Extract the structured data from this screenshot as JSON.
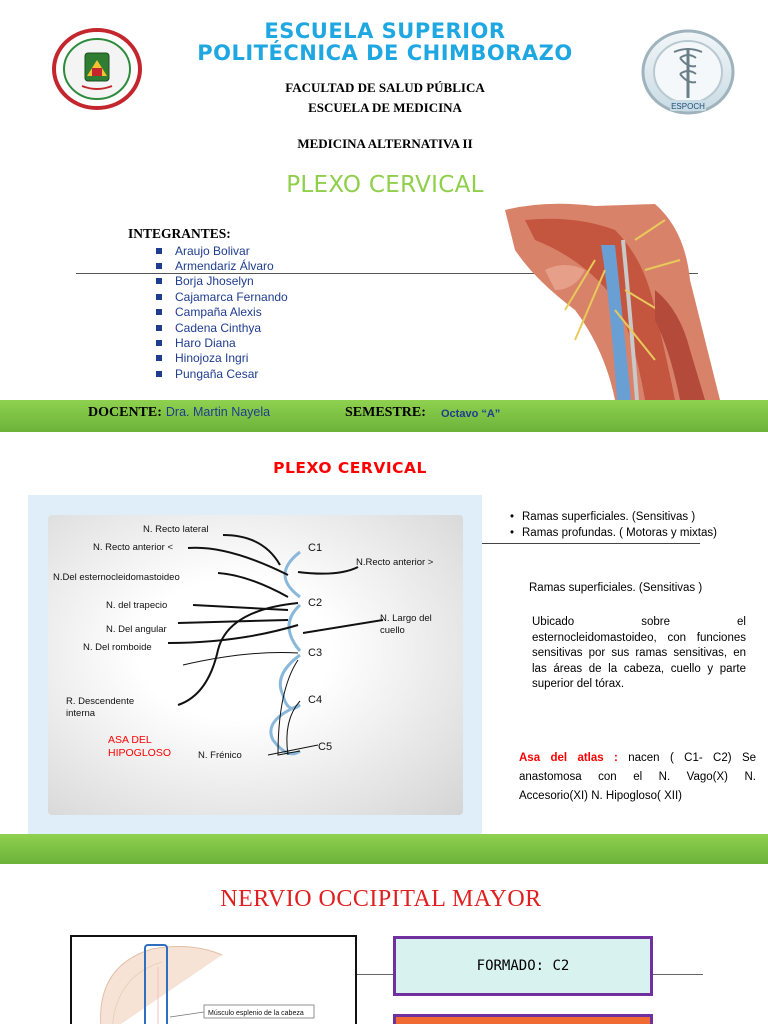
{
  "slide1": {
    "school_lines": [
      "ESCUELA SUPERIOR",
      "POLITÉCNICA DE CHIMBORAZO"
    ],
    "faculty": "FACULTAD DE SALUD PÚBLICA",
    "school_of": "ESCUELA DE MEDICINA",
    "course": "MEDICINA ALTERNATIVA II",
    "title": "PLEXO CERVICAL",
    "integrantes_label": "INTEGRANTES:",
    "members": [
      "Araujo Bolivar",
      "Armendariz Álvaro",
      "Borja Jhoselyn",
      "Cajamarca Fernando",
      "Campaña Alexis",
      "Cadena Cinthya",
      "Haro Diana",
      "Hinojoza Ingri",
      "Pungaña Cesar"
    ],
    "docente_label": "DOCENTE:",
    "docente_value": "Dra. Martin Nayela",
    "semestre_label": "SEMESTRE:",
    "semestre_value": "Octavo “A”",
    "logo_right_text": "ESPOCH",
    "colors": {
      "title_blue": "#1ea7e1",
      "title_green": "#8fcf4a",
      "band_green": "#7cc243",
      "member_blue": "#1f3d8f"
    }
  },
  "slide2": {
    "title": "PLEXO CERVICAL",
    "diagram": {
      "labels": {
        "recto_lateral": "N. Recto lateral",
        "recto_anterior_menor": "N. Recto anterior <",
        "esternocleidomastoideo": "N.Del esternocleidomastoideo",
        "trapecio": "N. del trapecio",
        "angular": "N. Del angular",
        "romboide": "N. Del romboide",
        "descendente_1": "R. Descendente",
        "descendente_2": "interna",
        "asa_1": "ASA DEL",
        "asa_2": "HIPOGLOSO",
        "frenico": "N. Frénico",
        "recto_anterior_mayor": "N.Recto anterior >",
        "largo_1": "N. Largo del",
        "largo_2": "cuello",
        "c1": "C1",
        "c2": "C2",
        "c3": "C3",
        "c4": "C4",
        "c5": "C5"
      }
    },
    "bullets": [
      "Ramas superficiales. (Sensitivas )",
      "Ramas profundas. ( Motoras y mixtas)"
    ],
    "sub_heading": "Ramas superficiales. (Sensitivas )",
    "paragraph": "Ubicado sobre el esternocleidomastoideo, con funciones sensitivas por sus ramas sensitivas, en las áreas de la cabeza, cuello y parte superior del tórax.",
    "asa_label": "Asa del atlas :",
    "asa_text": " nacen ( C1- C2) Se anastomosa con el N. Vago(X) N. Accesorio(XI)  N. Hipogloso( XII)"
  },
  "slide3": {
    "title": "NERVIO OCCIPITAL MAYOR",
    "formado": "FORMADO: C2",
    "image_caption": "Músculo esplenio de la cabeza"
  }
}
